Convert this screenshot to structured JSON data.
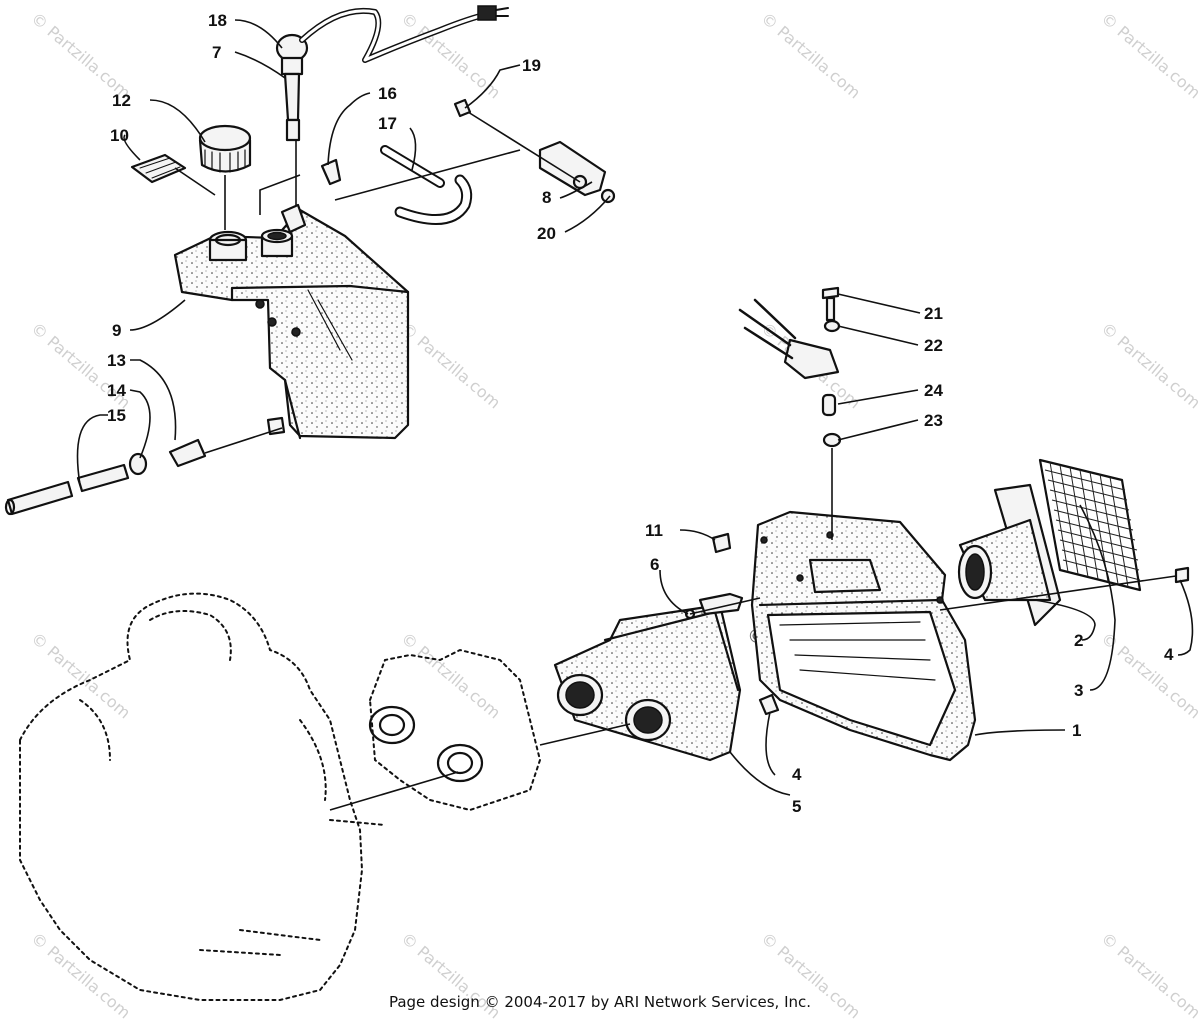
{
  "watermark": "© Partzilla.com",
  "watermark_center": "© Partzilla.com",
  "footer": "Page design © 2004-2017 by ARI Network Services, Inc.",
  "callouts": [
    "1",
    "2",
    "3",
    "4",
    "4",
    "5",
    "6",
    "7",
    "8",
    "9",
    "10",
    "11",
    "12",
    "13",
    "14",
    "15",
    "16",
    "17",
    "18",
    "19",
    "20",
    "21",
    "22",
    "23",
    "24"
  ]
}
